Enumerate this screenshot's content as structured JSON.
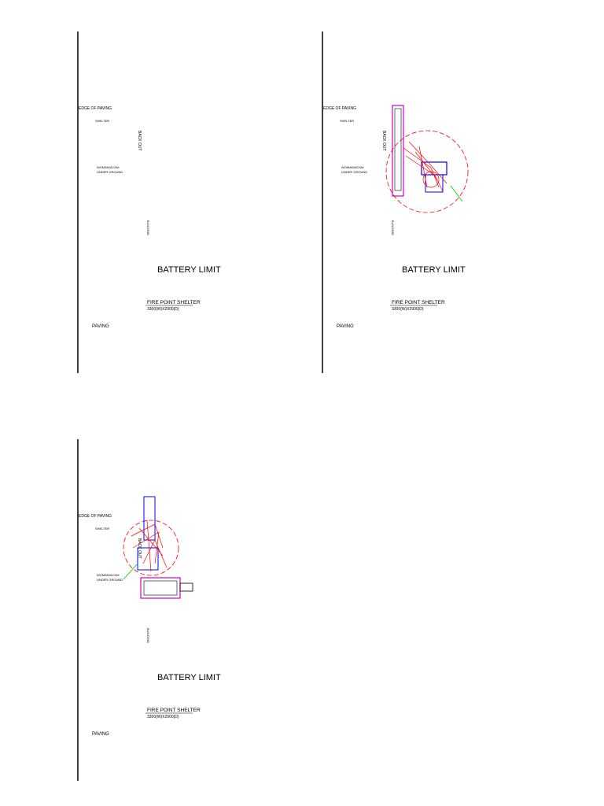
{
  "panels": [
    {
      "id": "p1",
      "variant": "base"
    },
    {
      "id": "p2",
      "variant": "equipment-right"
    },
    {
      "id": "p3",
      "variant": "equipment-left"
    }
  ],
  "labels": {
    "edge_of_paving": "EDGE OF PAVING",
    "battery_limit": "BATTERY LIMIT",
    "fire_point_shelter": "FIRE POINT SHELTER",
    "shelter_size": "3300(W)X2900(D)",
    "paving": "PAVING",
    "shelter_box": "SHELTER",
    "note_line1": "WOMAN/ACKM",
    "note_line2": "UNDER GROUND",
    "vertical_a": "BACK OUT",
    "vertical_b": "BUILDING"
  },
  "colors": {
    "line": "#000000",
    "vessel": "#cc00cc",
    "crane_radius": "#ff0000",
    "equipment": "#0000ff",
    "north_arrow": "#ffff00",
    "pointer": "#00cc00"
  },
  "icons": {
    "north_arrow": "compass-north-icon"
  }
}
